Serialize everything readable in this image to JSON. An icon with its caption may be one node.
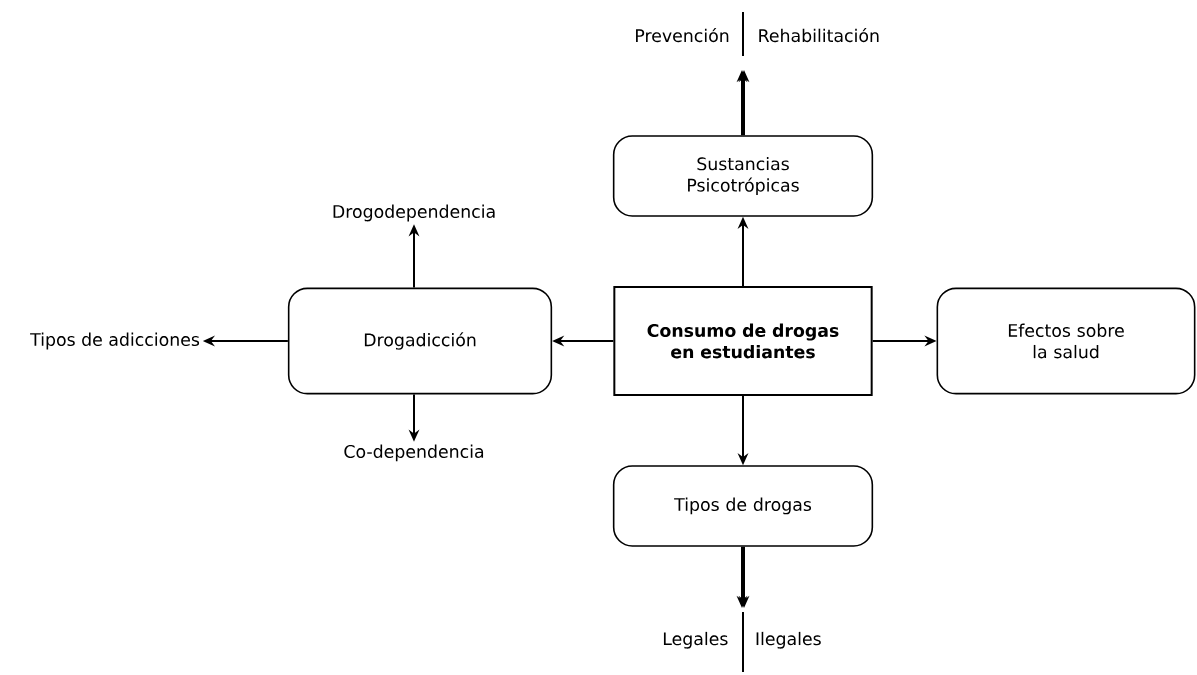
{
  "diagram": {
    "nodes": [
      {
        "text": [
          "**Consumo de drogas en estudiantes**"
        ]
      },
      {
        "text": [
          "Sustancias Psicotrópicas"
        ]
      },
      {
        "text": [
          "Drogadicción"
        ]
      },
      {
        "text": [
          "Efectos sobre la salud"
        ]
      },
      {
        "text": [
          "Tipos de drogas"
        ]
      },
      {
        "text": [
          "Prevención"
        ]
      },
      {
        "text": [
          "Rehabilitación"
        ]
      },
      {
        "text": [
          "Drogodependencia"
        ]
      },
      {
        "text": [
          "Tipos de adicciones"
        ]
      },
      {
        "text": [
          "Co-dependencia"
        ]
      },
      {
        "text": [
          "Legales"
        ]
      },
      {
        "text": [
          "Ilegales"
        ]
      }
    ],
    "edges": [
      {
        "from": 0,
        "to": 1,
        "arrow": "to"
      },
      {
        "from": 1,
        "to": 5,
        "arrow": "to"
      },
      {
        "from": 1,
        "to": 6,
        "arrow": "to"
      },
      {
        "from": 0,
        "to": 2,
        "arrow": "to"
      },
      {
        "from": 0,
        "to": 3,
        "arrow": "to"
      },
      {
        "from": 0,
        "to": 4,
        "arrow": "to"
      },
      {
        "from": 4,
        "to": 10,
        "arrow": "to"
      },
      {
        "from": 4,
        "to": 11,
        "arrow": "to"
      },
      {
        "from": 2,
        "to": 7,
        "arrow": "to"
      },
      {
        "from": 2,
        "to": 8,
        "arrow": "to"
      },
      {
        "from": 2,
        "to": 9,
        "arrow": "to"
      }
    ]
  }
}
